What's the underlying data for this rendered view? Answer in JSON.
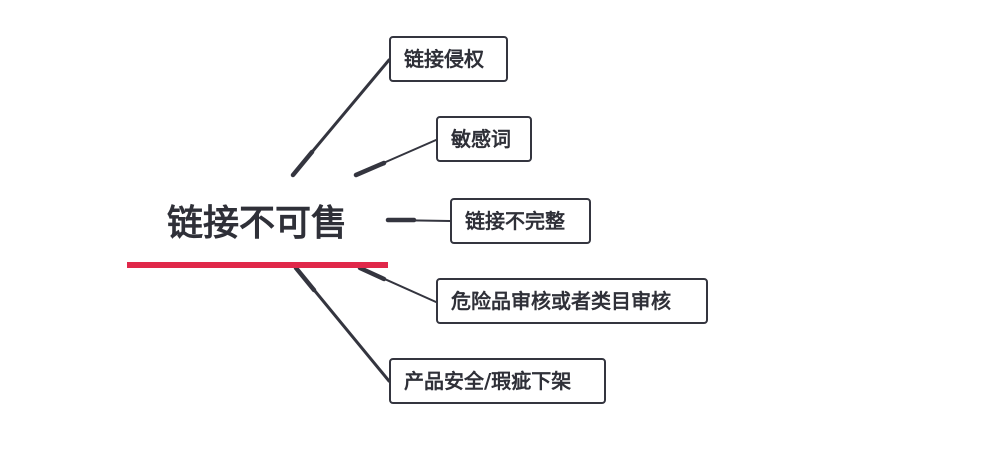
{
  "mindmap": {
    "root": {
      "label": "链接不可售",
      "underline_color": "#e0284a"
    },
    "branches": [
      {
        "label": "链接侵权"
      },
      {
        "label": "敏感词"
      },
      {
        "label": "链接不完整"
      },
      {
        "label": "危险品审核或者类目审核"
      },
      {
        "label": "产品安全/瑕疵下架"
      }
    ],
    "connector_color": "#34353f"
  }
}
